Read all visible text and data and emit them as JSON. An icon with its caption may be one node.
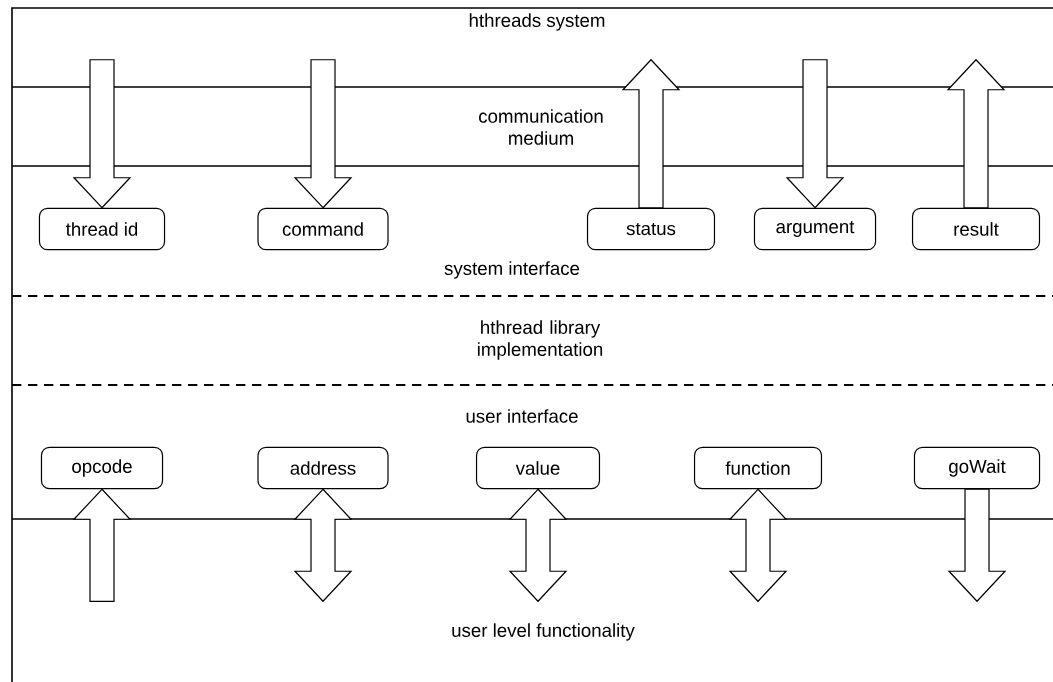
{
  "diagram": {
    "nodes": [
      {
        "text": [
          "thread id"
        ]
      },
      {
        "text": [
          "command"
        ]
      },
      {
        "text": [
          "status"
        ]
      },
      {
        "text": [
          "argument"
        ]
      },
      {
        "text": [
          "result"
        ]
      },
      {
        "text": [
          "opcode"
        ]
      },
      {
        "text": [
          "address"
        ]
      },
      {
        "text": [
          "value"
        ]
      },
      {
        "text": [
          "function"
        ]
      },
      {
        "text": [
          "goWait"
        ]
      }
    ],
    "edges": [
      {
        "from": null,
        "to": 0,
        "arrow": "to"
      },
      {
        "from": null,
        "to": 1,
        "arrow": "to"
      },
      {
        "from": 2,
        "to": null,
        "arrow": "to"
      },
      {
        "from": null,
        "to": 3,
        "arrow": "to"
      },
      {
        "from": 4,
        "to": null,
        "arrow": "to"
      },
      {
        "from": null,
        "to": 5,
        "arrow": "to"
      },
      {
        "from": 6,
        "to": null,
        "arrow": "both"
      },
      {
        "from": 7,
        "to": null,
        "arrow": "both"
      },
      {
        "from": 8,
        "to": null,
        "arrow": "both"
      },
      {
        "from": 9,
        "to": null,
        "arrow": "to"
      }
    ],
    "labels": [
      "hthreads system",
      "communication medium",
      "system interface",
      "hthread library implementation",
      "user interface",
      "user level functionality"
    ]
  }
}
